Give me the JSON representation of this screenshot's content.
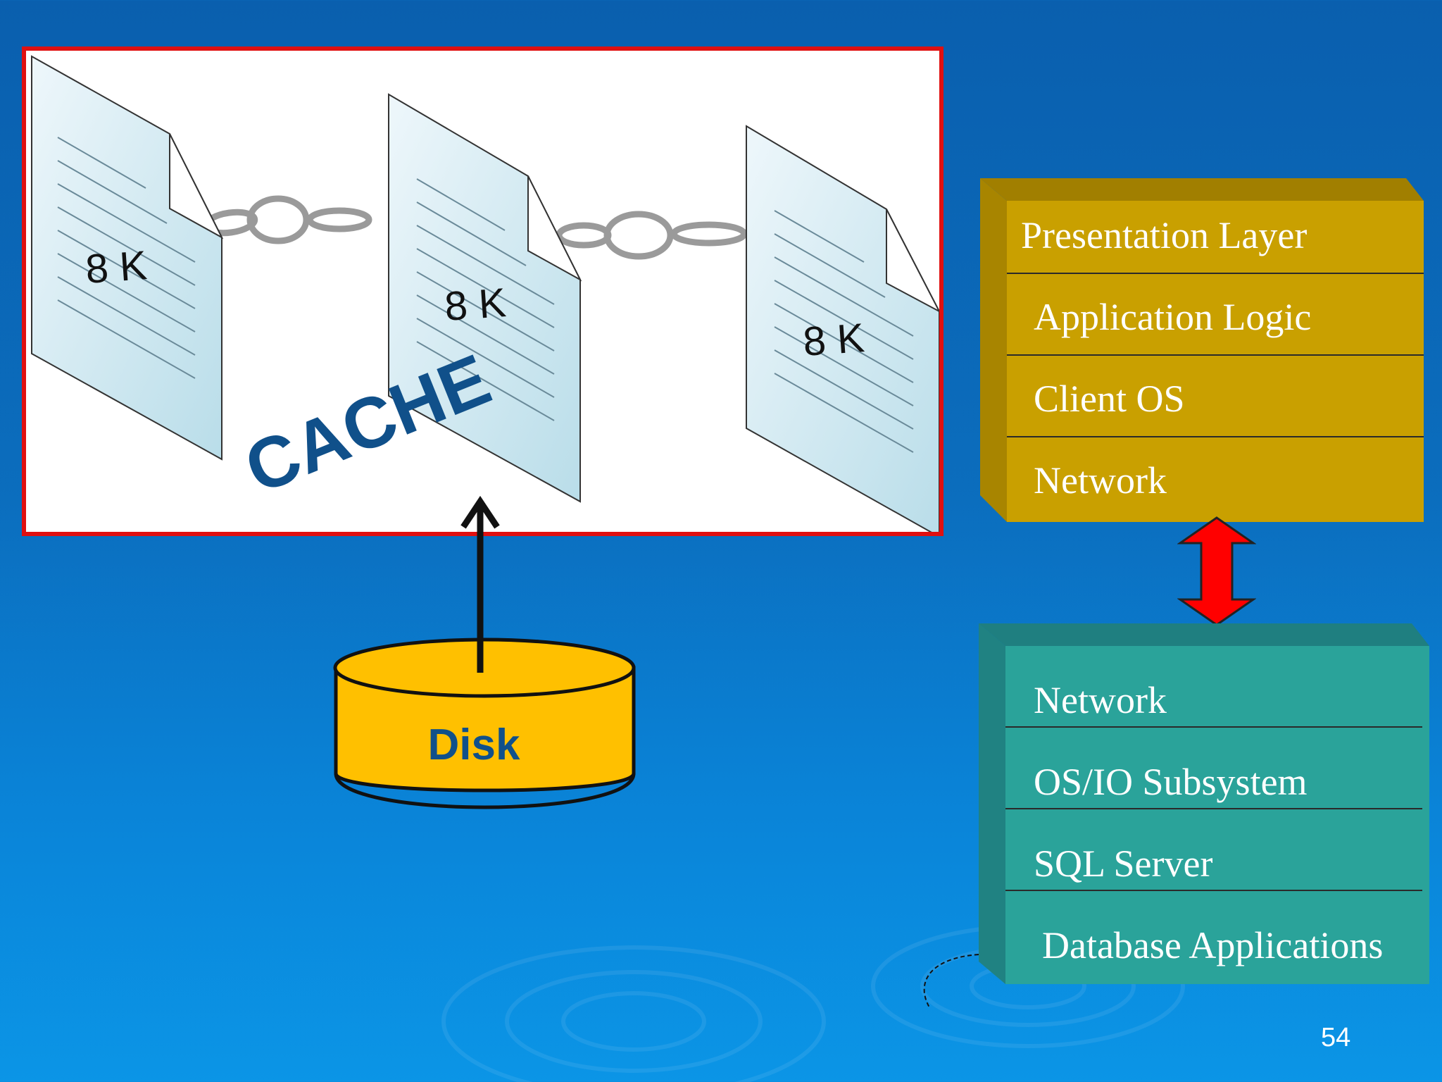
{
  "cache": {
    "title": "CACHE",
    "pages": [
      "8 K",
      "8 K",
      "8 K"
    ]
  },
  "disk": {
    "label": "Disk"
  },
  "client_stack": {
    "layers": [
      "Presentation Layer",
      "Application Logic",
      "Client OS",
      "Network"
    ],
    "color": "#c9a000"
  },
  "server_stack": {
    "layers": [
      "Network",
      "OS/IO Subsystem",
      "SQL Server",
      "Database Applications"
    ],
    "color": "#2aa39a"
  },
  "connector": {
    "icon": "double-arrow-icon",
    "color": "#ff0000"
  },
  "slide": {
    "page_number": "54"
  }
}
